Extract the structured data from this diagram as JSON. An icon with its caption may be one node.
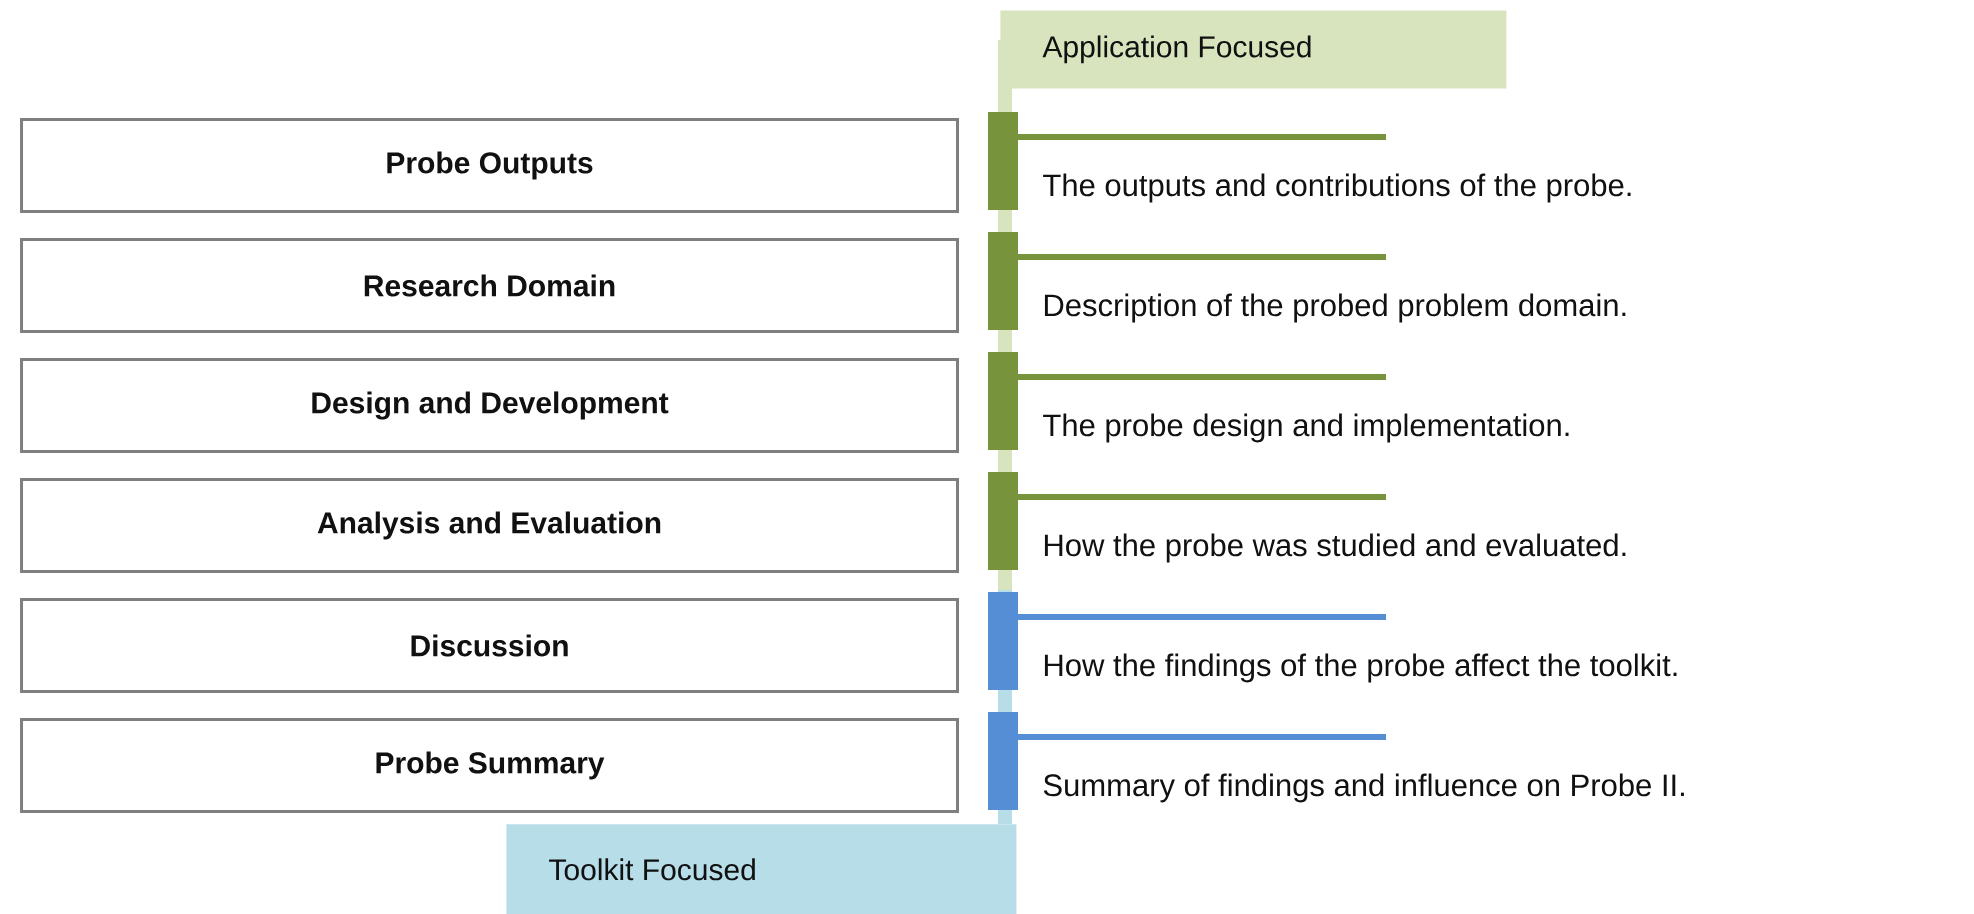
{
  "diagram": {
    "nodes": [
      {
        "text": [
          "Application Focused"
        ]
      },
      {
        "text": [
          "Probe Outputs"
        ]
      },
      {
        "text": [
          "Research Domain"
        ]
      },
      {
        "text": [
          "Design and Development"
        ]
      },
      {
        "text": [
          "Analysis and Evaluation"
        ]
      },
      {
        "text": [
          "Discussion"
        ]
      },
      {
        "text": [
          "Probe Summary"
        ]
      },
      {
        "text": [
          "The outputs and contributions of the probe."
        ]
      },
      {
        "text": [
          "Description of the probed problem domain."
        ]
      },
      {
        "text": [
          "The probe design and implementation."
        ]
      },
      {
        "text": [
          "How the probe was studied and evaluated."
        ]
      },
      {
        "text": [
          "How the findings of the probe affect the toolkit."
        ]
      },
      {
        "text": [
          "Summary of findings and influence on Probe II."
        ]
      },
      {
        "text": [
          "Toolkit Focused"
        ]
      }
    ]
  }
}
